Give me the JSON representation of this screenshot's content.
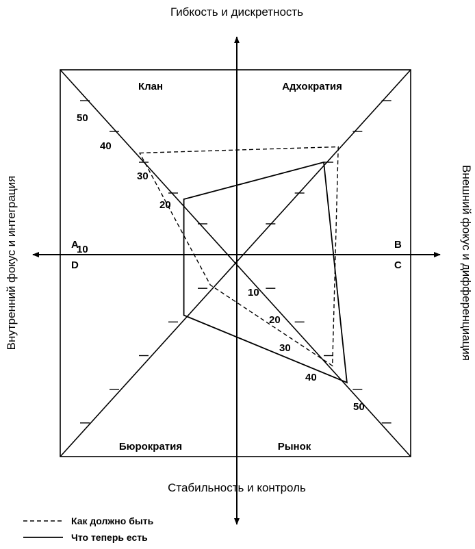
{
  "axes": {
    "top": "Гибкость и дискретность",
    "bottom": "Стабильность и контроль",
    "left": "Внутренний фокус и интеграция",
    "right": "Внешний фокус и дифференциация"
  },
  "quadrants": {
    "top_left": "Клан",
    "top_right": "Адхократия",
    "bottom_left": "Бюрократия",
    "bottom_right": "Рынок"
  },
  "corners": {
    "a": "A",
    "b": "B",
    "c": "C",
    "d": "D"
  },
  "scale_labels": {
    "upper_left": [
      "10",
      "20",
      "30",
      "40",
      "50"
    ],
    "lower_right": [
      "10",
      "20",
      "30",
      "40",
      "50"
    ]
  },
  "legend": {
    "desired": "Как должно быть",
    "current": "Что теперь есть"
  },
  "chart_data": {
    "type": "radar",
    "diagonal_scale": [
      0,
      10,
      20,
      30,
      40,
      50
    ],
    "series": [
      {
        "name": "Как должно быть",
        "style": "dashed",
        "values": {
          "Клан": 33,
          "Адхократия": 35,
          "Рынок": 33,
          "Бюрократия": 9
        }
      },
      {
        "name": "Что теперь есть",
        "style": "solid",
        "values": {
          "Клан": 18,
          "Адхократия": 30,
          "Рынок": 38,
          "Бюрократия": 18
        }
      }
    ]
  }
}
